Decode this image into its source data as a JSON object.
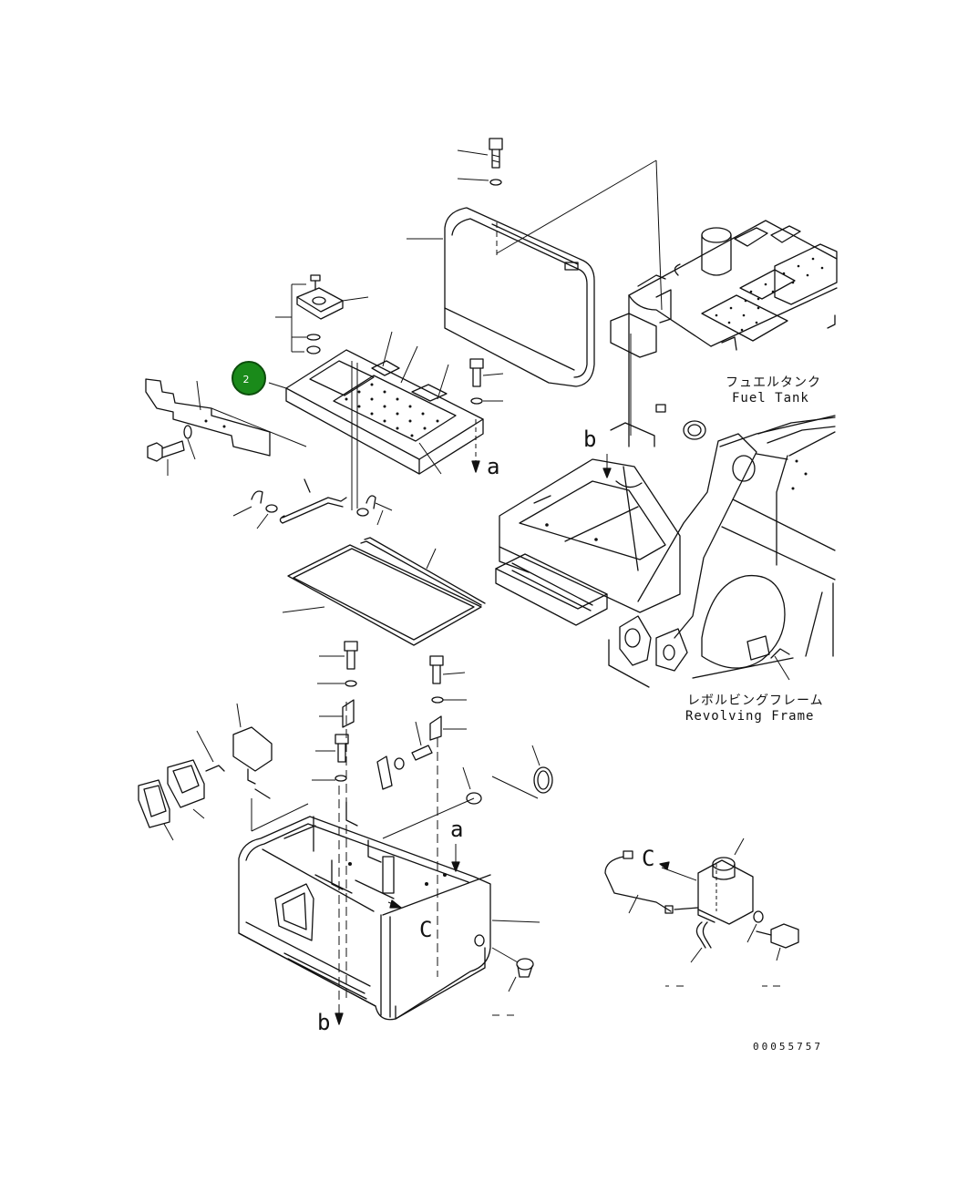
{
  "diagram": {
    "callout": {
      "number": "2",
      "color": "#1a8a1a"
    },
    "labels": {
      "fuel_tank_jp": "フュエルタンク",
      "fuel_tank_en": "Fuel Tank",
      "revolving_frame_jp": "レボルビングフレーム",
      "revolving_frame_en": "Revolving Frame"
    },
    "reference_letters": {
      "a_top": "a",
      "a_bottom": "a",
      "b_top": "b",
      "b_bottom": "b",
      "c_pump": "C",
      "c_box": "C"
    },
    "drawing_number": "00055757"
  }
}
